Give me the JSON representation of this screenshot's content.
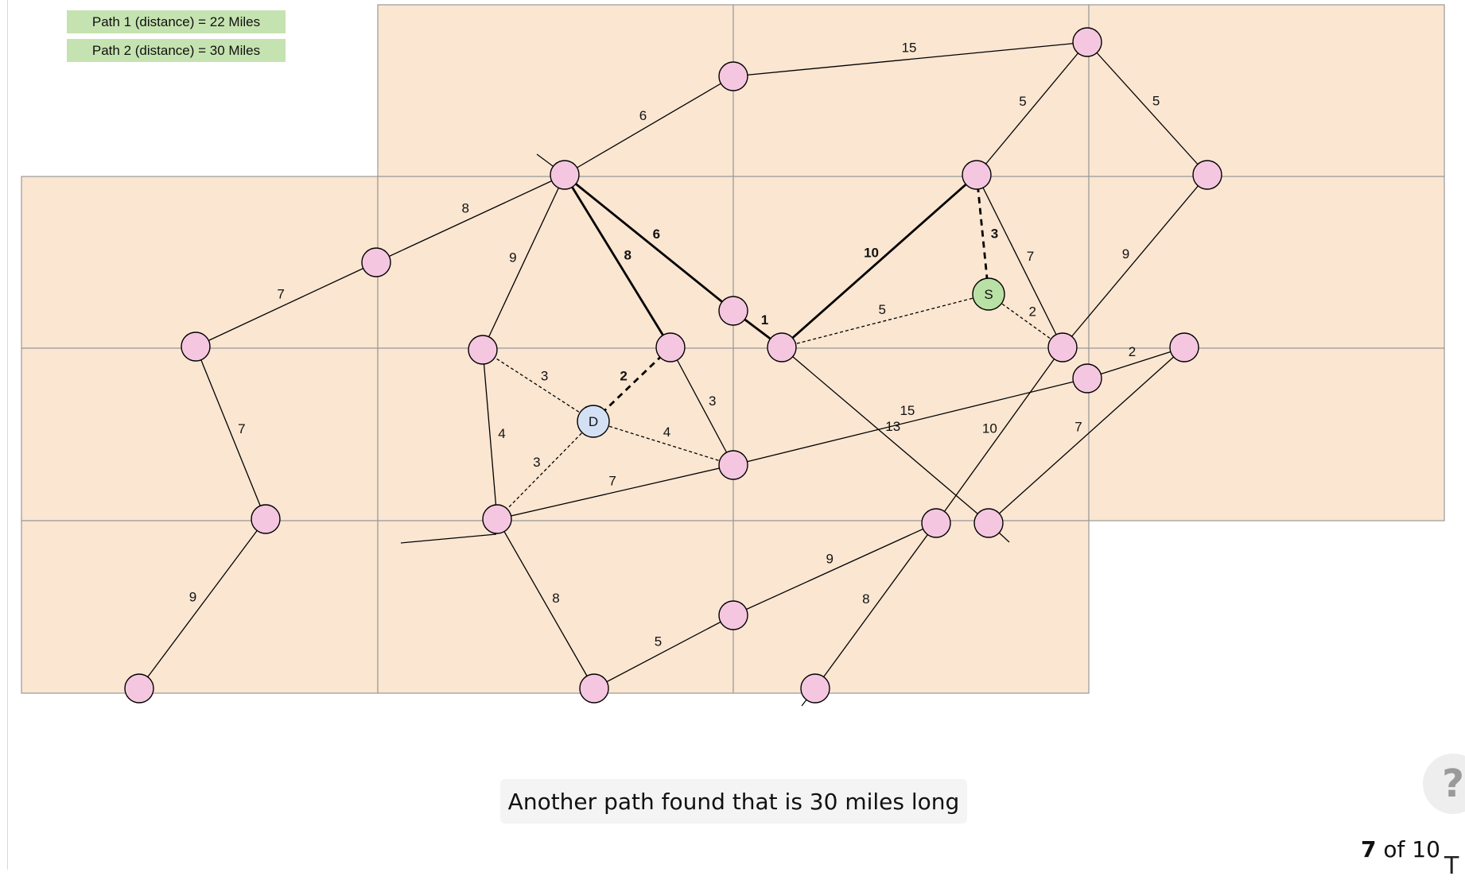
{
  "legend": {
    "path_1": "Path 1 (distance) = 22 Miles",
    "path_2": "Path 2 (distance) = 30 Miles"
  },
  "status_message": "Another path found that is 30 miles long",
  "pager": {
    "current": "7",
    "rest": " of 10"
  },
  "help_label": "?",
  "corner_glyph": "T",
  "colors": {
    "tile_fill": "#fae6d1",
    "tile_border": "#9a9a9a",
    "node_fill": "#f5c6e0",
    "start_fill": "#b9e0a5",
    "dest_fill": "#d4e1f5",
    "legend_fill": "#c5e3b0"
  },
  "diagram": {
    "nodes": [
      {
        "id": "n1",
        "label": ""
      },
      {
        "id": "n2",
        "label": ""
      },
      {
        "id": "n3",
        "label": ""
      },
      {
        "id": "n4",
        "label": ""
      },
      {
        "id": "n5",
        "label": ""
      },
      {
        "id": "n6",
        "label": ""
      },
      {
        "id": "n7",
        "label": ""
      },
      {
        "id": "n8",
        "label": ""
      },
      {
        "id": "n9",
        "label": ""
      },
      {
        "id": "n10",
        "label": ""
      },
      {
        "id": "n11",
        "label": ""
      },
      {
        "id": "n12",
        "label": ""
      },
      {
        "id": "n13",
        "label": ""
      },
      {
        "id": "n14",
        "label": ""
      },
      {
        "id": "n15",
        "label": ""
      },
      {
        "id": "n16",
        "label": ""
      },
      {
        "id": "n17",
        "label": ""
      },
      {
        "id": "n18",
        "label": ""
      },
      {
        "id": "n19",
        "label": ""
      },
      {
        "id": "n20",
        "label": ""
      },
      {
        "id": "n21",
        "label": ""
      },
      {
        "id": "n22",
        "label": ""
      },
      {
        "id": "n23",
        "label": ""
      },
      {
        "id": "n24",
        "label": ""
      },
      {
        "id": "n25",
        "label": ""
      },
      {
        "id": "start",
        "label": "S"
      },
      {
        "id": "dest",
        "label": "D"
      }
    ],
    "edges": [
      {
        "from": "n1",
        "to": "n2",
        "weight": "15",
        "style": "normal"
      },
      {
        "from": "n1",
        "to": "n3",
        "weight": "5",
        "style": "normal"
      },
      {
        "from": "n1",
        "to": "n4",
        "weight": "5",
        "style": "normal"
      },
      {
        "from": "n2",
        "to": "n5",
        "weight": "6",
        "style": "normal"
      },
      {
        "from": "n5",
        "to": "n6",
        "weight": "8",
        "style": "normal"
      },
      {
        "from": "n6",
        "to": "n7",
        "weight": "7",
        "style": "normal"
      },
      {
        "from": "n7",
        "to": "n8",
        "weight": "7",
        "style": "normal"
      },
      {
        "from": "n8",
        "to": "n9",
        "weight": "9",
        "style": "normal"
      },
      {
        "from": "n5",
        "to": "n10",
        "weight": "9",
        "style": "normal"
      },
      {
        "from": "n5",
        "to": "n11",
        "weight": "8",
        "style": "bold"
      },
      {
        "from": "n5",
        "to": "n12",
        "weight": "6",
        "style": "bold"
      },
      {
        "from": "n12",
        "to": "n13",
        "weight": "1",
        "style": "bold"
      },
      {
        "from": "n13",
        "to": "n3",
        "weight": "10",
        "style": "bold"
      },
      {
        "from": "n3",
        "to": "start",
        "weight": "3",
        "style": "bold-dashed"
      },
      {
        "from": "n3",
        "to": "n14",
        "weight": "7",
        "style": "normal"
      },
      {
        "from": "start",
        "to": "n13",
        "weight": "5",
        "style": "dotted"
      },
      {
        "from": "start",
        "to": "n14",
        "weight": "2",
        "style": "dotted"
      },
      {
        "from": "n4",
        "to": "n14",
        "weight": "9",
        "style": "normal"
      },
      {
        "from": "n15",
        "to": "n16",
        "weight": "2",
        "style": "normal"
      },
      {
        "from": "n13",
        "to": "n17",
        "weight": "13",
        "style": "normal"
      },
      {
        "from": "n16",
        "to": "n18",
        "weight": "15",
        "style": "normal"
      },
      {
        "from": "n14",
        "to": "n19",
        "weight": "10",
        "style": "normal"
      },
      {
        "from": "n15",
        "to": "n17",
        "weight": "7",
        "style": "normal"
      },
      {
        "from": "n10",
        "to": "dest",
        "weight": "3",
        "style": "dotted"
      },
      {
        "from": "n11",
        "to": "dest",
        "weight": "2",
        "style": "bold-dashed"
      },
      {
        "from": "n11",
        "to": "n18",
        "weight": "3",
        "style": "normal"
      },
      {
        "from": "n10",
        "to": "n20",
        "weight": "4",
        "style": "normal"
      },
      {
        "from": "dest",
        "to": "n18",
        "weight": "4",
        "style": "dotted"
      },
      {
        "from": "dest",
        "to": "n20",
        "weight": "3",
        "style": "dotted"
      },
      {
        "from": "n20",
        "to": "n18",
        "weight": "7",
        "style": "normal"
      },
      {
        "from": "n20",
        "to": "n21",
        "weight": "8",
        "style": "normal"
      },
      {
        "from": "n21",
        "to": "n22",
        "weight": "5",
        "style": "normal"
      },
      {
        "from": "n22",
        "to": "n19",
        "weight": "9",
        "style": "normal"
      },
      {
        "from": "n19",
        "to": "n23",
        "weight": "8",
        "style": "normal"
      }
    ]
  }
}
